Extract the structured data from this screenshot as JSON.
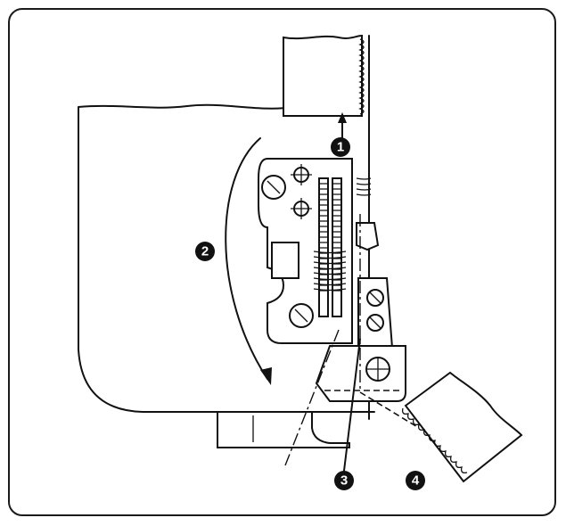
{
  "callouts": {
    "one": "1",
    "two": "2",
    "three": "3",
    "four": "4"
  },
  "colors": {
    "ink": "#111111",
    "background": "#ffffff"
  }
}
